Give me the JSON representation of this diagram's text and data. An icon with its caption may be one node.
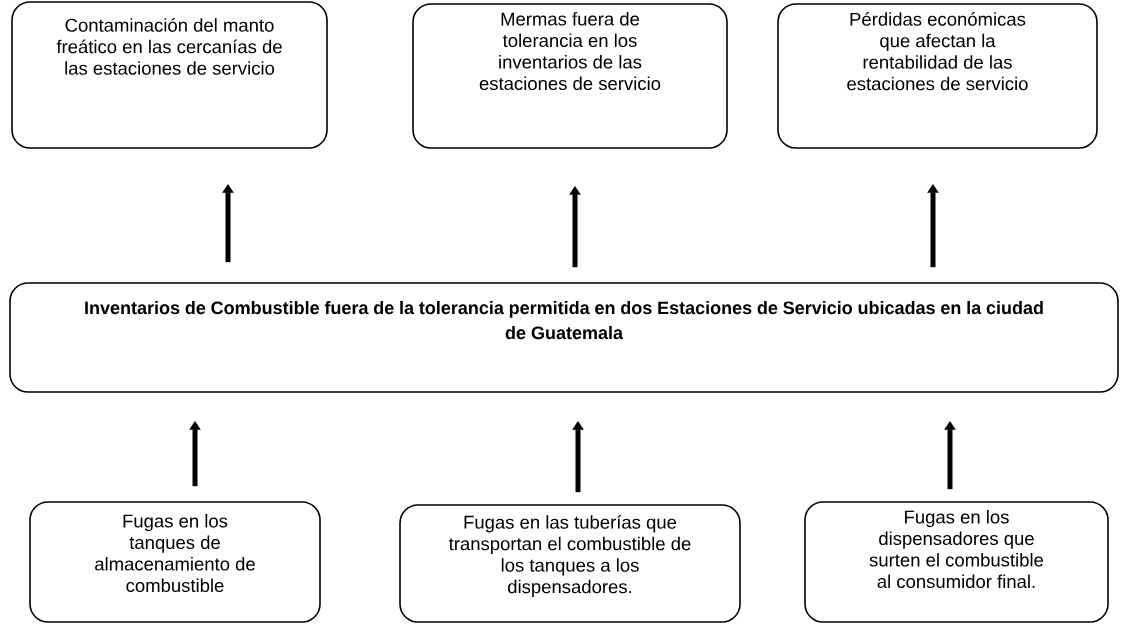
{
  "diagram": {
    "nodes": [
      {
        "text": [
          "Contaminación del manto freático en las cercanías de las estaciones de servicio"
        ]
      },
      {
        "text": [
          "Mermas fuera de tolerancia en los inventarios de las estaciones de servicio"
        ]
      },
      {
        "text": [
          "Pérdidas económicas que afectan la rentabilidad de las estaciones de servicio"
        ]
      },
      {
        "text": [
          "Inventarios de Combustible fuera de la tolerancia permitida en dos Estaciones de Servicio ubicadas en la ciudad de Guatemala"
        ]
      },
      {
        "text": [
          "Fugas en los tanques de almacenamiento de combustible"
        ]
      },
      {
        "text": [
          "Fugas en las tuberías que transportan el combustible de los tanques a los dispensadores."
        ]
      },
      {
        "text": [
          "Fugas en los dispensadores que surten el combustible al consumidor final."
        ]
      }
    ],
    "edges": [
      {
        "from": 3,
        "to": 0,
        "arrow": "to"
      },
      {
        "from": 3,
        "to": 1,
        "arrow": "to"
      },
      {
        "from": 3,
        "to": 2,
        "arrow": "to"
      },
      {
        "from": 4,
        "to": 3,
        "arrow": "to"
      },
      {
        "from": 5,
        "to": 3,
        "arrow": "to"
      },
      {
        "from": 6,
        "to": 3,
        "arrow": "to"
      }
    ]
  }
}
